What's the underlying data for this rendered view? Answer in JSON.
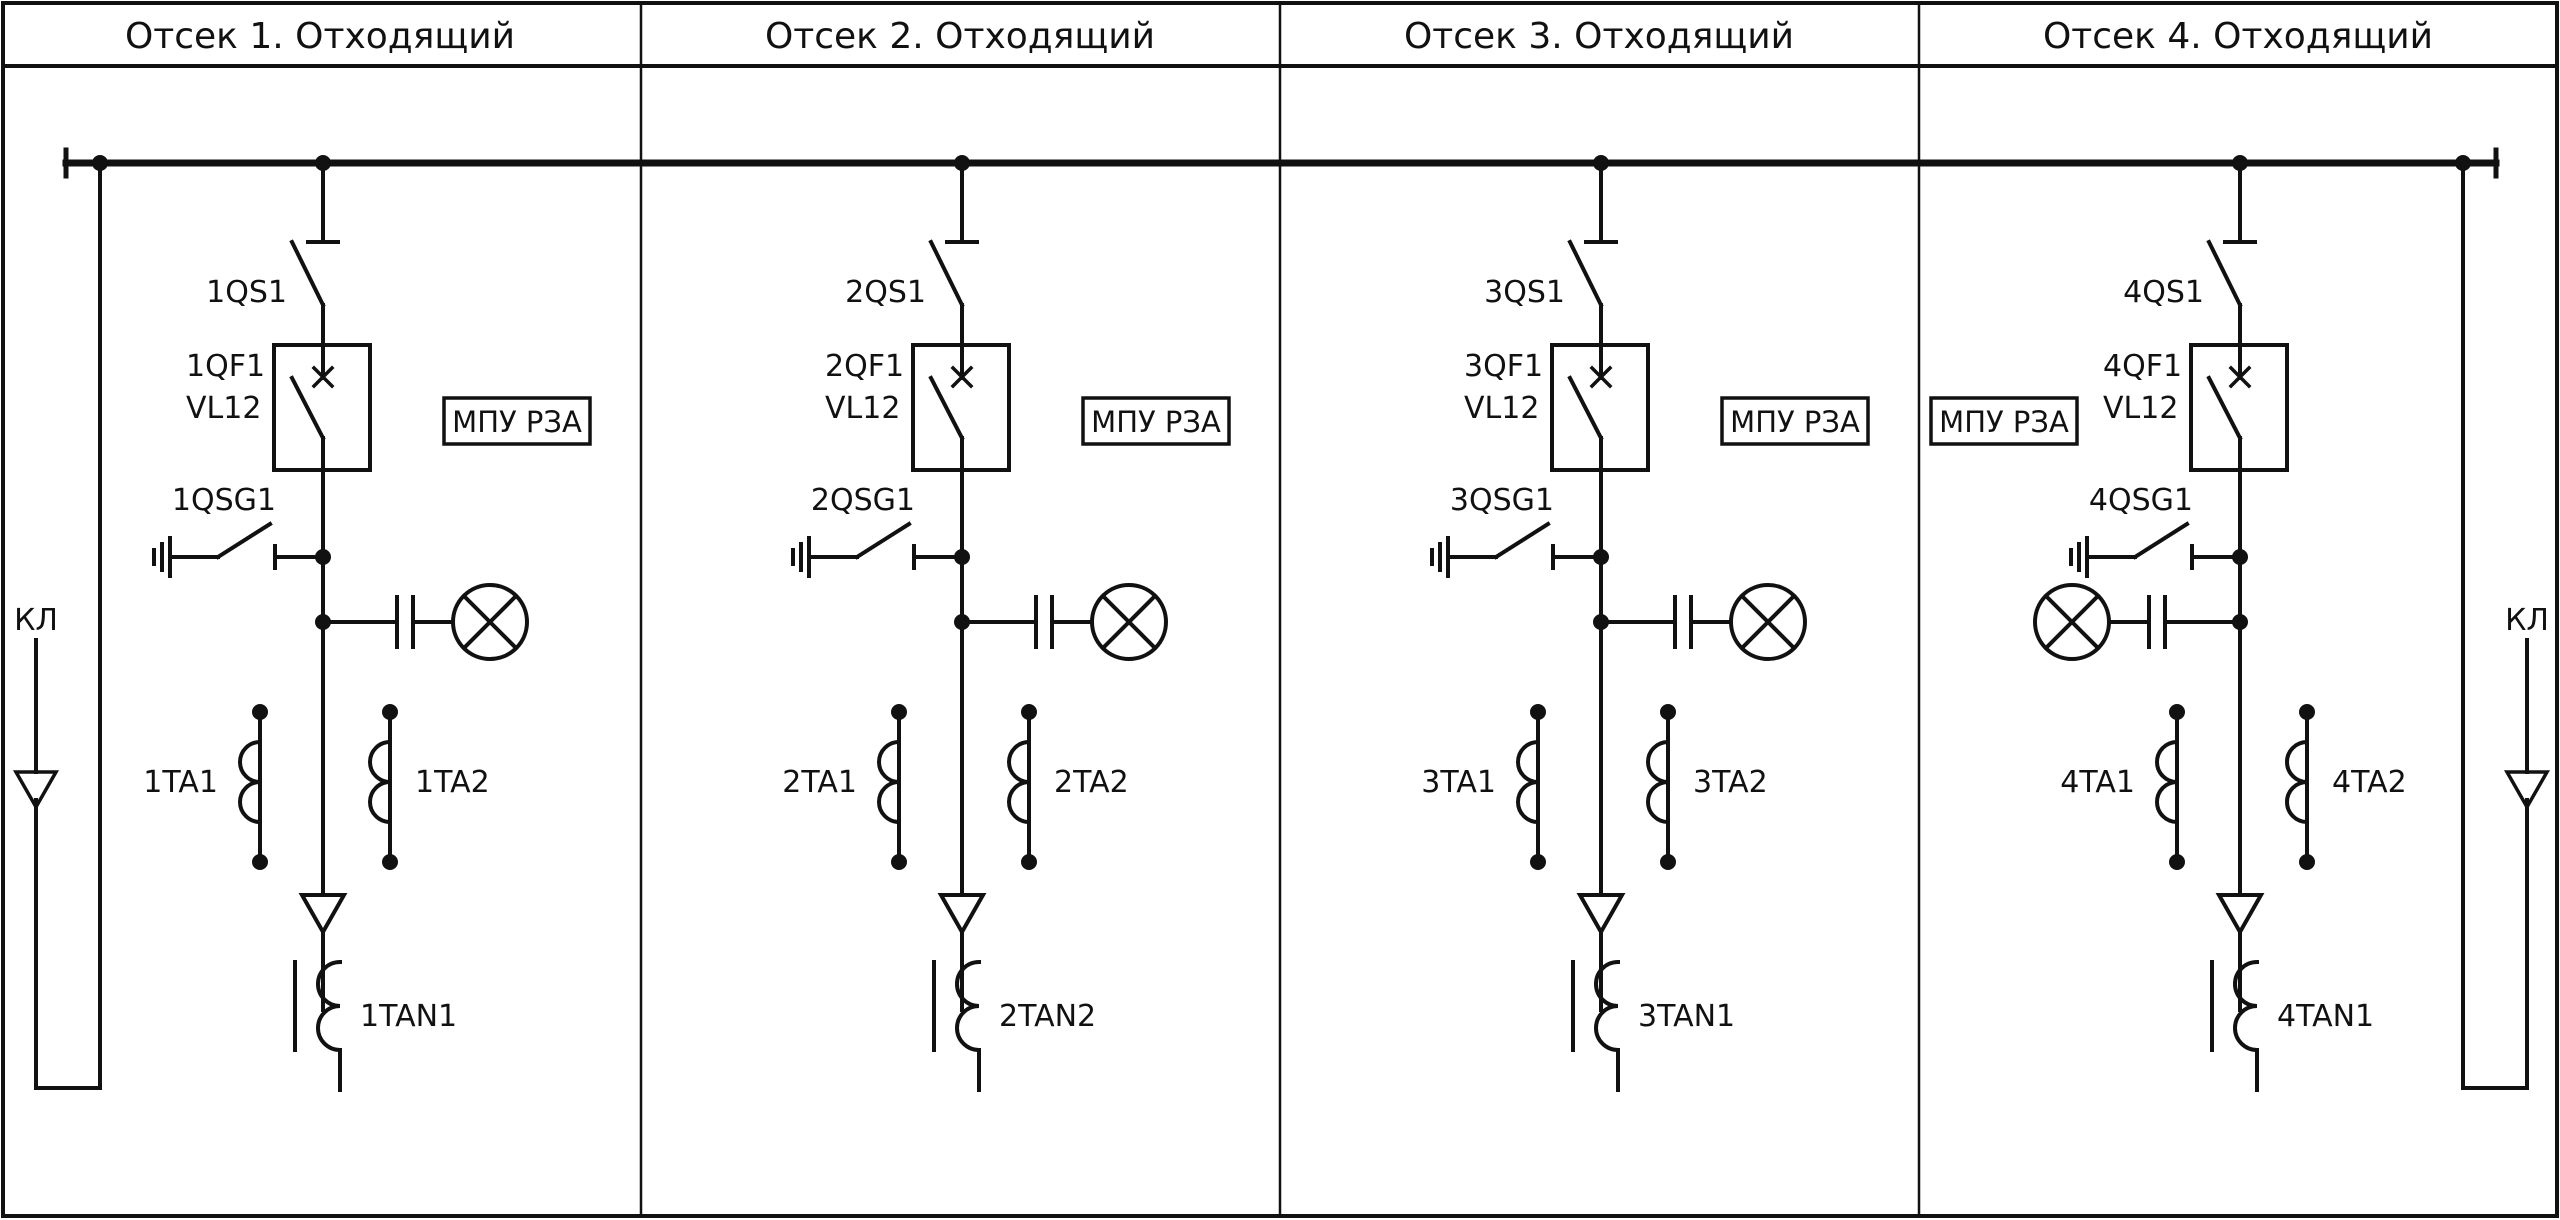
{
  "bays": [
    {
      "title": "Отсек 1. Отходящий",
      "switch_label": "1QS1",
      "breaker_label": "1QF1",
      "breaker_type": "VL12",
      "earth_label": "1QSG1",
      "relay_label": "МПУ РЗА",
      "ct1_label": "1TA1",
      "ct2_label": "1TA2",
      "vt_label": "1TAN1"
    },
    {
      "title": "Отсек 2. Отходящий",
      "switch_label": "2QS1",
      "breaker_label": "2QF1",
      "breaker_type": "VL12",
      "earth_label": "2QSG1",
      "relay_label": "МПУ РЗА",
      "ct1_label": "2TA1",
      "ct2_label": "2TA2",
      "vt_label": "2TAN2"
    },
    {
      "title": "Отсек 3. Отходящий",
      "switch_label": "3QS1",
      "breaker_label": "3QF1",
      "breaker_type": "VL12",
      "earth_label": "3QSG1",
      "relay_label": "МПУ РЗА",
      "ct1_label": "3TA1",
      "ct2_label": "3TA2",
      "vt_label": "3TAN1"
    },
    {
      "title": "Отсек 4. Отходящий",
      "switch_label": "4QS1",
      "breaker_label": "4QF1",
      "breaker_type": "VL12",
      "earth_label": "4QSG1",
      "relay_label": "МПУ РЗА",
      "ct1_label": "4TA1",
      "ct2_label": "4TA2",
      "vt_label": "4TAN1"
    }
  ],
  "cable_left_label": "КЛ",
  "cable_right_label": "КЛ"
}
